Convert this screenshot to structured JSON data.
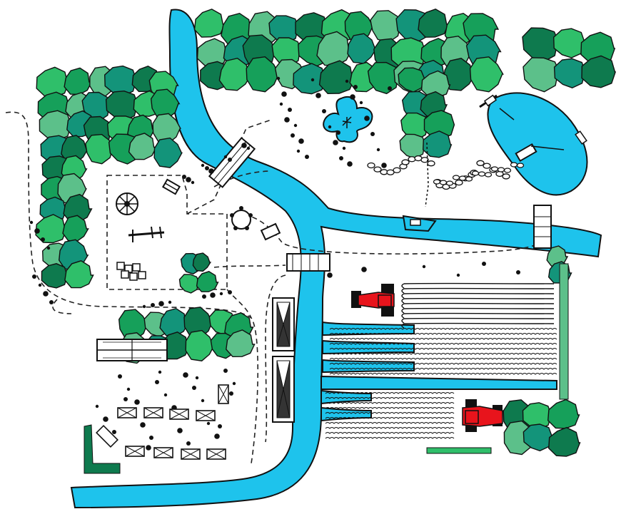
{
  "colors": {
    "water": "#1ec3ec",
    "tree_light": "#2fbf6a",
    "tree_mid": "#16a05a",
    "tree_pale": "#5cc08a",
    "tree_teal": "#13947a",
    "tree_dark": "#0e7a4e",
    "tractor": "#e8141c",
    "ink": "#111111",
    "ground": "#ffffff"
  },
  "features": {
    "river": "river",
    "pond": "pond",
    "fountain": "cross-shaped-fountain",
    "playground": "playground",
    "orchard": "orchard-field",
    "village": "village-houses",
    "bridges": 3,
    "tractors": 2,
    "boats": 1,
    "rowing_boats": 3
  }
}
